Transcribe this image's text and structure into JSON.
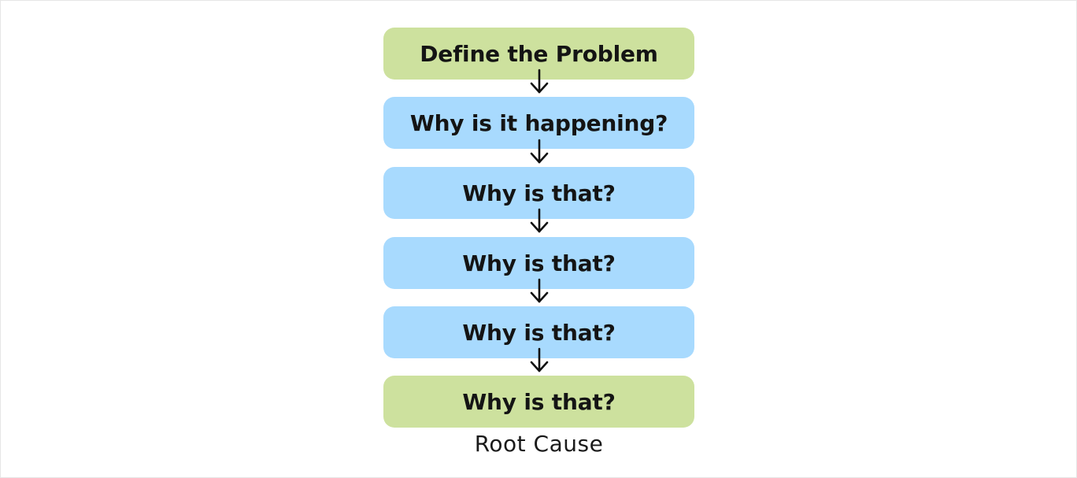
{
  "diagram": {
    "steps": [
      {
        "label": "Define the Problem",
        "color": "#cde19e"
      },
      {
        "label": "Why is it happening?",
        "color": "#a8dafe"
      },
      {
        "label": "Why is that?",
        "color": "#a8dafe"
      },
      {
        "label": "Why is that?",
        "color": "#a8dafe"
      },
      {
        "label": "Why is that?",
        "color": "#a8dafe"
      },
      {
        "label": "Why is that?",
        "color": "#cde19e"
      }
    ],
    "caption": "Root Cause",
    "arrow_color": "#111111"
  }
}
